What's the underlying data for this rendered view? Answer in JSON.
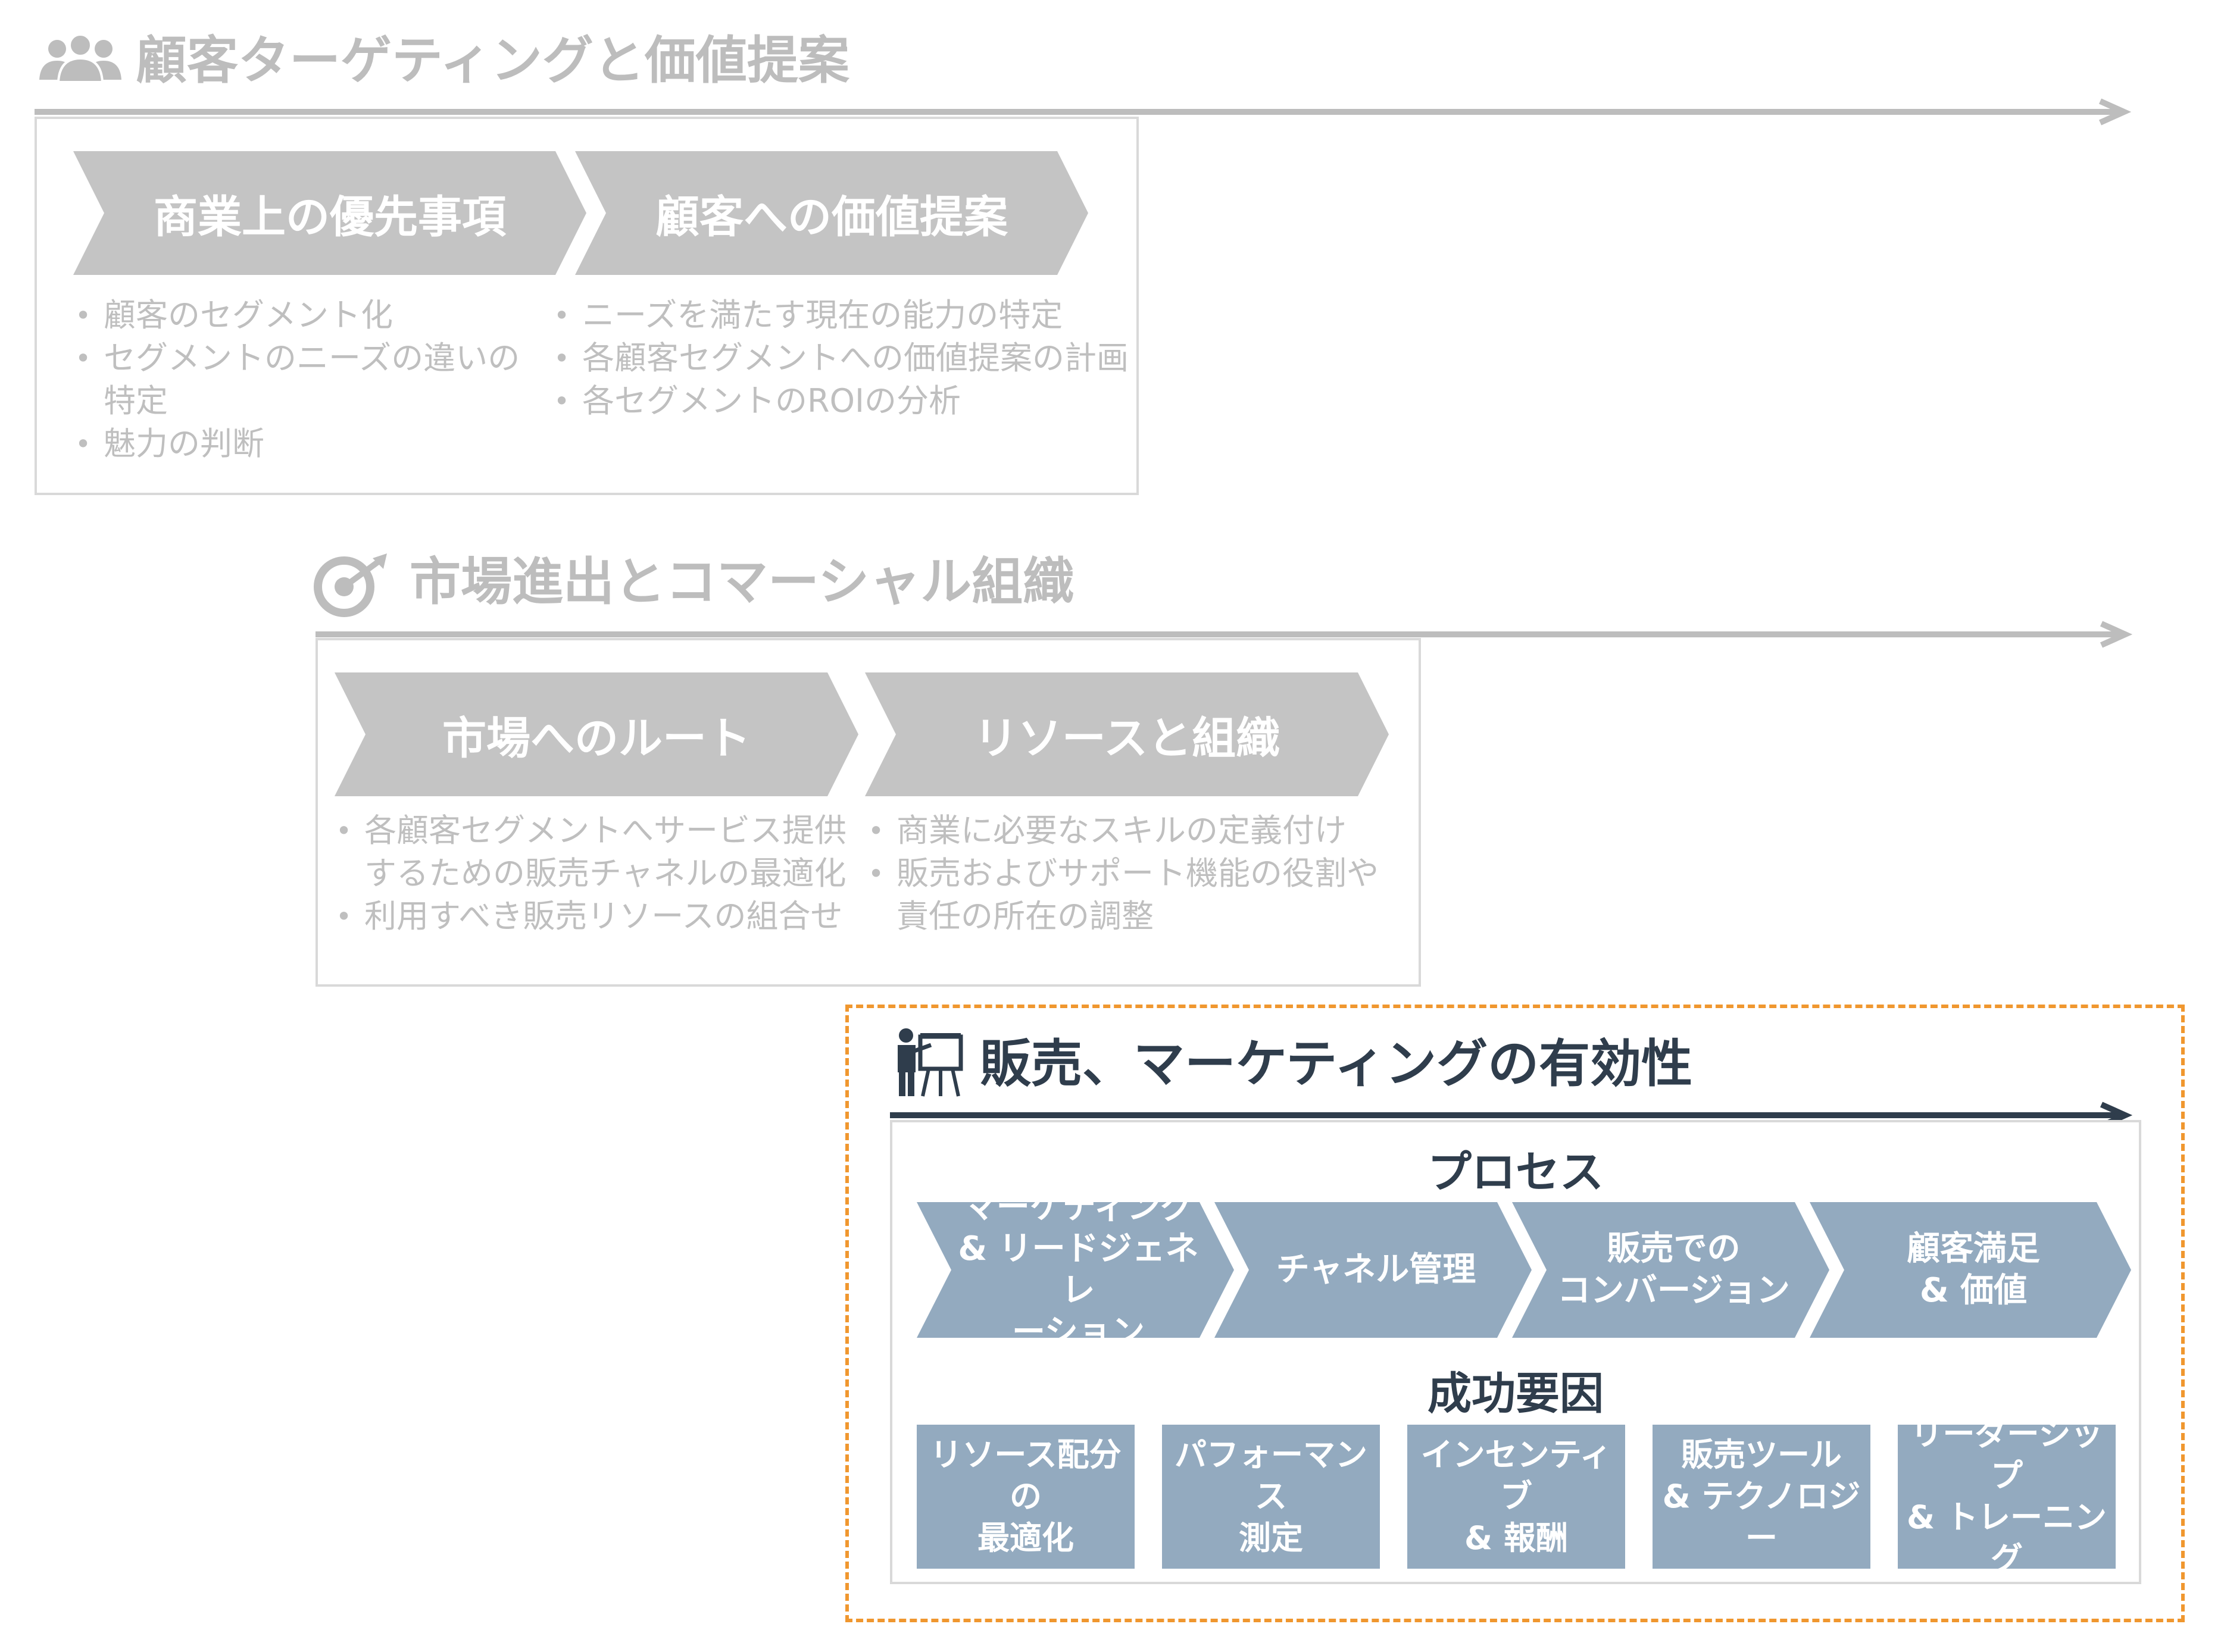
{
  "colors": {
    "gray_text": "#bfbfbf",
    "gray_arrow": "#bdbdbd",
    "gray_chevron": "#c4c4c4",
    "dark_navy": "#2f3d4c",
    "blue_chevron": "#93aabf",
    "orange_dashed": "#f0972f"
  },
  "section1": {
    "icon": "people-group-icon",
    "title": "顧客ターゲティングと価値提案",
    "chevrons": [
      "商業上の優先事項",
      "顧客への価値提案"
    ],
    "col1": [
      "顧客のセグメント化",
      "セグメントのニーズの違いの特定",
      "魅力の判断"
    ],
    "col2": [
      "ニーズを満たす現在の能力の特定",
      "各顧客セグメントへの価値提案の計画",
      "各セグメントのROIの分析"
    ]
  },
  "section2": {
    "icon": "target-icon",
    "title": "市場進出とコマーシャル組織",
    "chevrons": [
      "市場へのルート",
      "リソースと組織"
    ],
    "col1": [
      "各顧客セグメントへサービス提供\nするための販売チャネルの最適化",
      "利用すべき販売リソースの組合せ"
    ],
    "col2": [
      "商業に必要なスキルの定義付け",
      "販売およびサポート機能の役割や\n責任の所在の調整"
    ]
  },
  "section3": {
    "icon": "presenter-icon",
    "title": "販売、マーケティングの有効性",
    "process_heading": "プロセス",
    "process": [
      "マーケティング\n& リードジェネレ\nーション",
      "チャネル管理",
      "販売での\nコンバージョン",
      "顧客満足\n& 価値"
    ],
    "factors_heading": "成功要因",
    "factors": [
      "リソース配分の\n最適化",
      "パフォーマンス\n測定",
      "インセンティブ\n& 報酬",
      "販売ツール\n& テクノロジー",
      "リーダーシップ\n& トレーニング"
    ]
  }
}
